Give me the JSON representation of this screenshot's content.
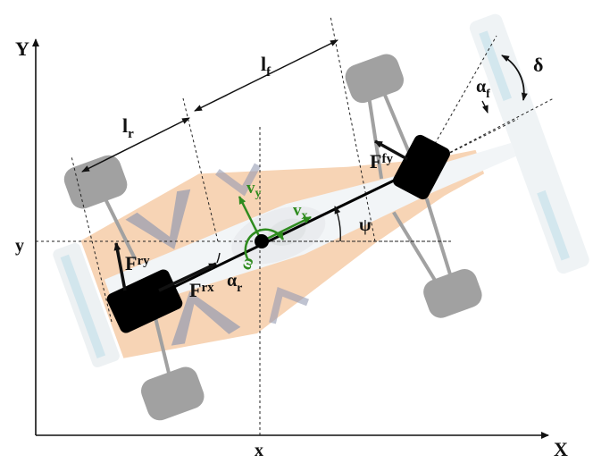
{
  "axes": {
    "x_axis_label": "X",
    "y_axis_label": "Y",
    "x_position_label": "x",
    "y_position_label": "y"
  },
  "dimensions": {
    "rear_length": {
      "main": "l",
      "sub": "r"
    },
    "front_length": {
      "main": "l",
      "sub": "f"
    }
  },
  "angles": {
    "steering": "δ",
    "front_slip": {
      "main": "α",
      "sub": "f"
    },
    "rear_slip": {
      "main": "α",
      "sub": "r"
    },
    "heading": "ψ",
    "yaw_rate": "ω"
  },
  "forces": {
    "front_lateral": {
      "main": "F",
      "sub": "fy"
    },
    "rear_lateral": {
      "main": "F",
      "sub": "ry"
    },
    "rear_longitudinal": {
      "main": "F",
      "sub": "rx"
    }
  },
  "velocities": {
    "vx": {
      "main": "v",
      "sub": "x"
    },
    "vy": {
      "main": "v",
      "sub": "y"
    }
  },
  "colors": {
    "axis": "#111111",
    "velocity": "#2e8b1e",
    "car_body": "#f2b27a",
    "car_white": "#e9eef2",
    "tire": "#000000"
  }
}
